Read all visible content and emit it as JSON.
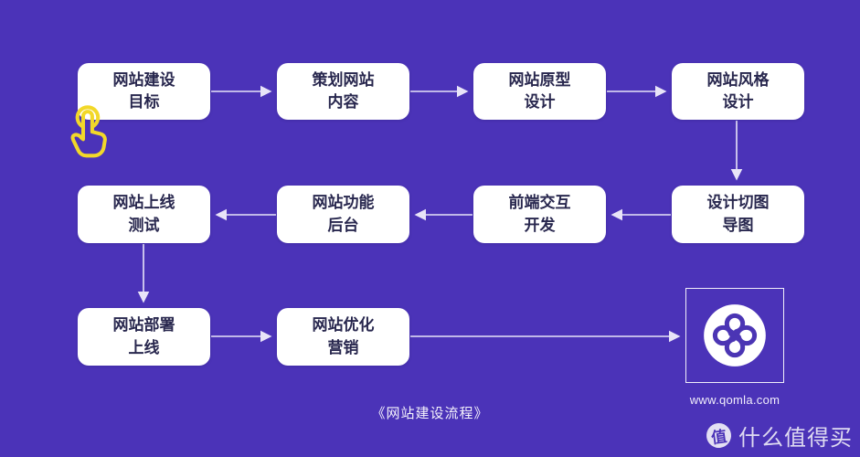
{
  "colors": {
    "background": "#4B33B8",
    "node_background": "#FFFFFF",
    "node_text": "#28274E",
    "connector": "#E8E4F8",
    "hand_icon_yellow": "#F2D829",
    "logo_purple": "#4B35B4"
  },
  "flowchart": {
    "caption": "《网站建设流程》",
    "nodes": [
      {
        "label": "网站建设\n目标"
      },
      {
        "label": "策划网站\n内容"
      },
      {
        "label": "网站原型\n设计"
      },
      {
        "label": "网站风格\n设计"
      },
      {
        "label": "网站上线\n测试"
      },
      {
        "label": "网站功能\n后台"
      },
      {
        "label": "前端交互\n开发"
      },
      {
        "label": "设计切图\n导图"
      },
      {
        "label": "网站部署\n上线"
      },
      {
        "label": "网站优化\n营销"
      }
    ]
  },
  "logo": {
    "website": "www.qomla.com"
  },
  "watermark": {
    "badge": "值",
    "brand": "什么值得买"
  }
}
